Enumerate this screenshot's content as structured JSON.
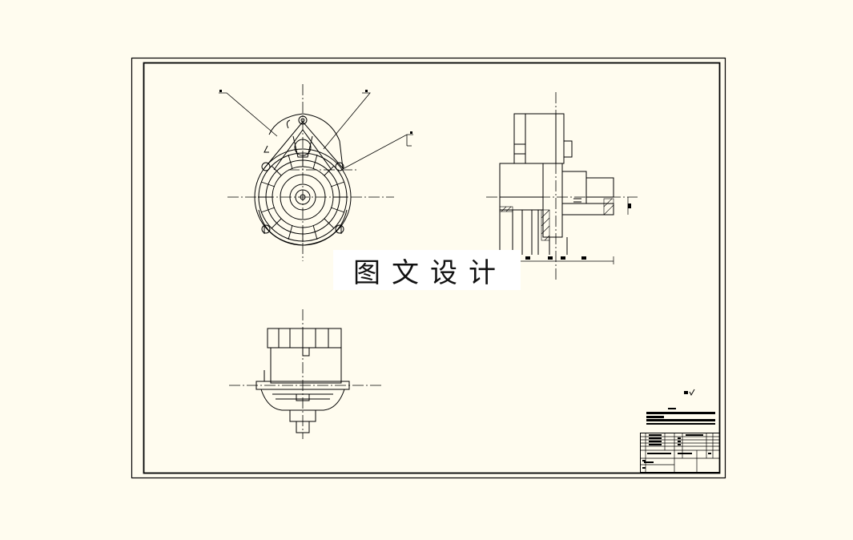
{
  "drawing": {
    "watermark_text": "图文设计",
    "colors": {
      "background": "#fffcef",
      "line": "#000000",
      "watermark_bg": "#ffffff"
    },
    "views": [
      "front-view",
      "side-section-view",
      "bottom-view"
    ],
    "has_title_block": true,
    "has_roughness_symbol": true
  }
}
